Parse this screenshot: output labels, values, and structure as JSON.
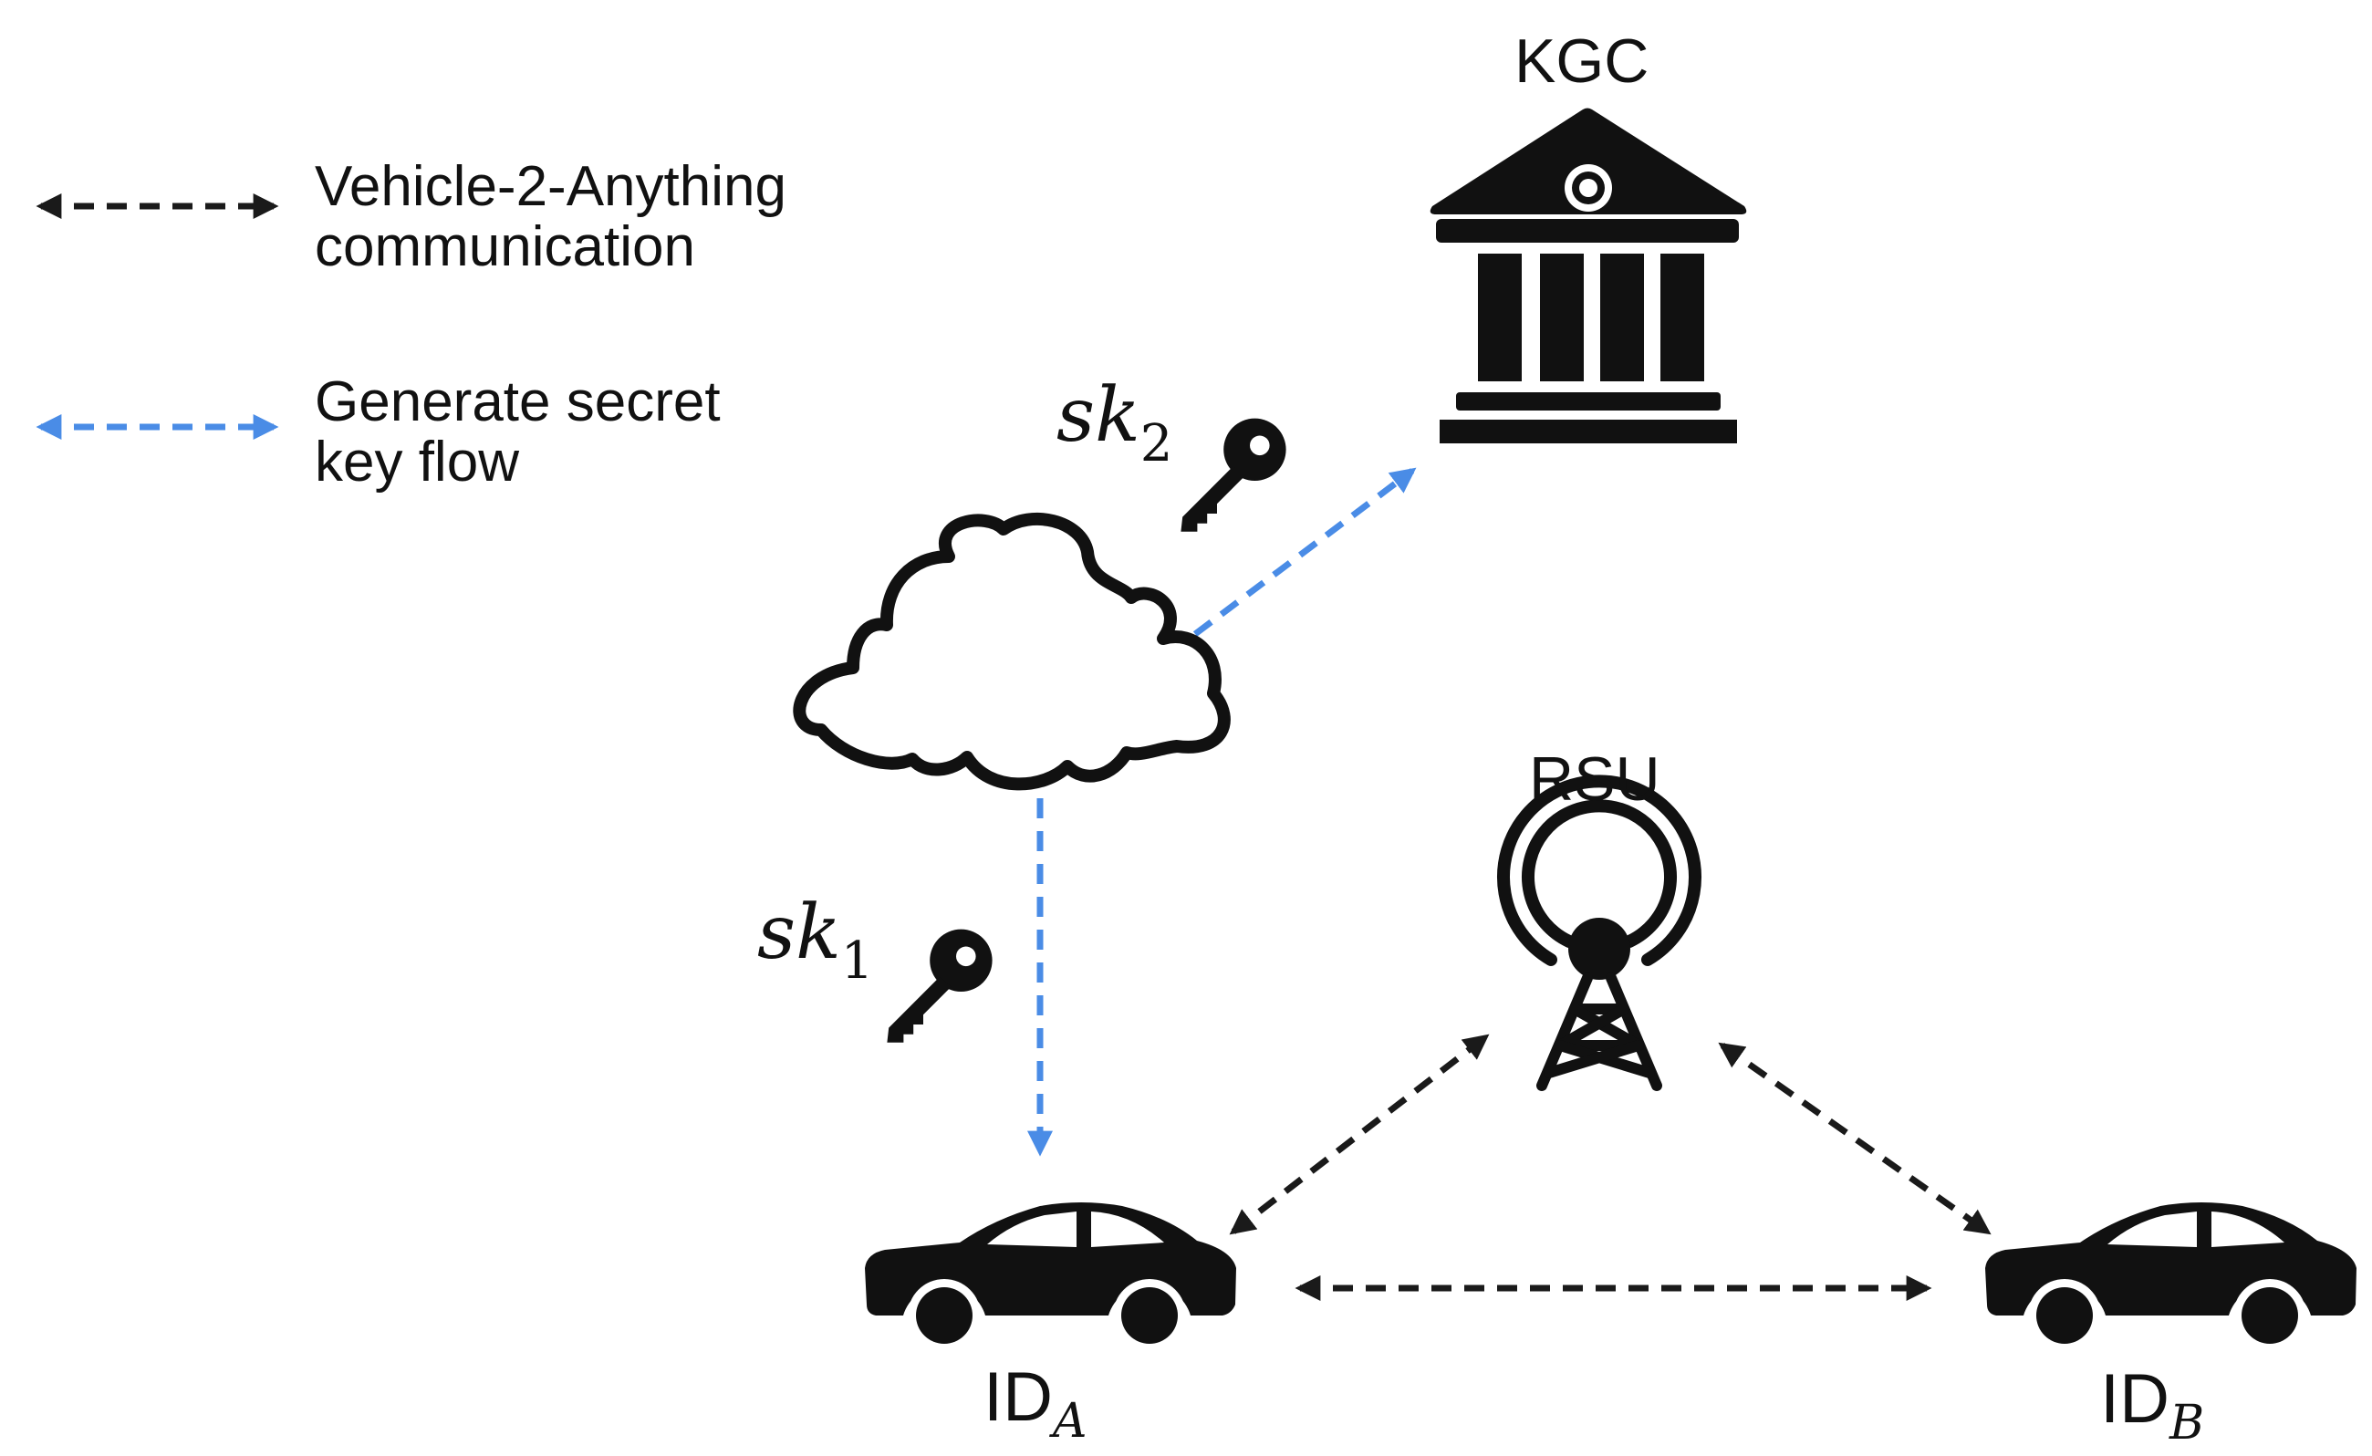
{
  "legend": [
    {
      "line1": "Vehicle-2-Anything",
      "line2": "communication",
      "color": "#1a1a1a"
    },
    {
      "line1": "Generate secret",
      "line2": "key flow",
      "color": "#4a8ce6"
    }
  ],
  "nodes": {
    "kgc": {
      "label": "KGC",
      "icon": "bank-building-icon"
    },
    "rsu": {
      "label": "RSU",
      "icon": "radio-tower-icon"
    },
    "cloud": {
      "icon": "cloud-icon"
    },
    "vehicle_a": {
      "label": "ID",
      "subscript": "A",
      "icon": "car-icon"
    },
    "vehicle_b": {
      "label": "ID",
      "subscript": "B",
      "icon": "car-icon"
    }
  },
  "keys": [
    {
      "label": "sk",
      "subscript": "1",
      "icon": "key-icon"
    },
    {
      "label": "sk",
      "subscript": "2",
      "icon": "key-icon"
    }
  ],
  "colors": {
    "v2x": "#1a1a1a",
    "key_flow": "#4a8ce6",
    "icon": "#111111"
  }
}
